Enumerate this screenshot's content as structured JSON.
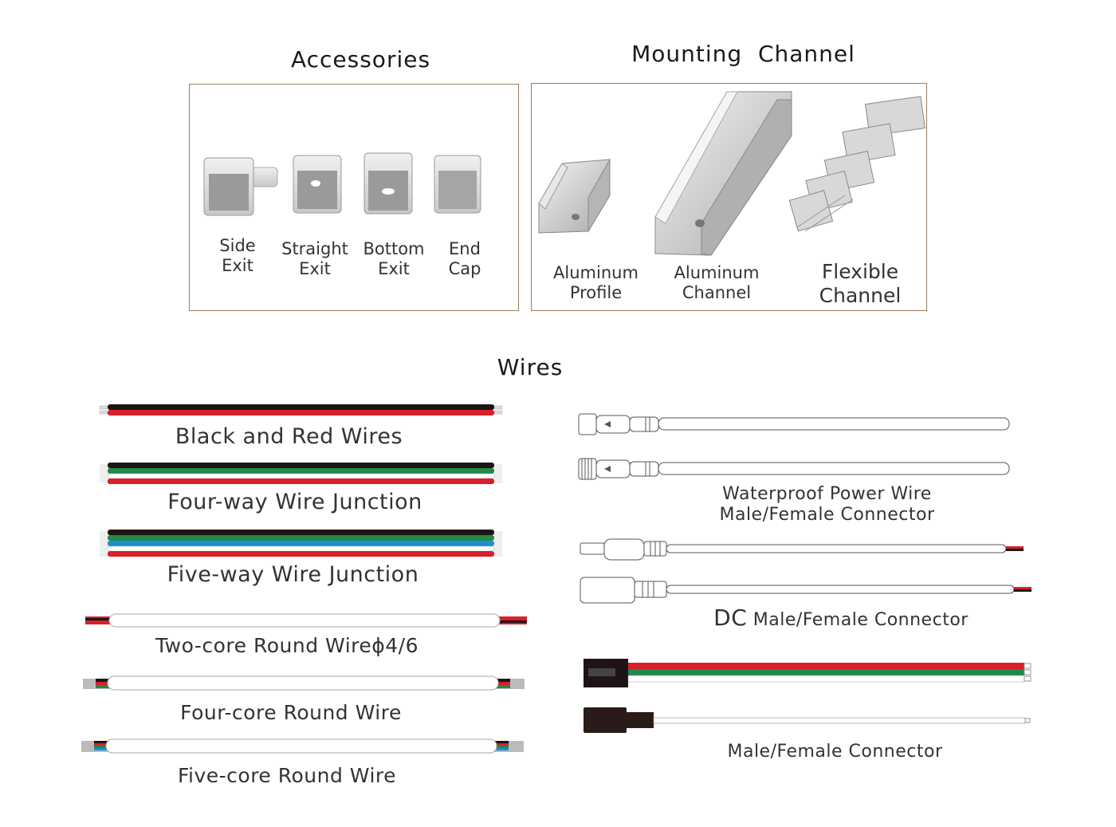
{
  "accessories": {
    "title": "Accessories",
    "items": [
      {
        "line1": "Side",
        "line2": "Exit"
      },
      {
        "line1": "Straight",
        "line2": "Exit"
      },
      {
        "line1": "Bottom",
        "line2": "Exit"
      },
      {
        "line1": "End",
        "line2": "Cap"
      }
    ]
  },
  "mounting": {
    "title": "Mounting  Channel",
    "items": [
      {
        "line1": "Aluminum",
        "line2": "Profile"
      },
      {
        "line1": "Aluminum",
        "line2": "Channel"
      },
      {
        "line1": "Flexible",
        "line2": "Channel"
      }
    ]
  },
  "wires": {
    "title": "Wires",
    "left": [
      {
        "label": "Black and Red Wires"
      },
      {
        "label": "Four-way Wire Junction"
      },
      {
        "label": "Five-way Wire Junction"
      },
      {
        "label": "Two-core Round Wireϕ4/6"
      },
      {
        "label": "Four-core Round Wire"
      },
      {
        "label": "Five-core Round Wire"
      }
    ],
    "right": {
      "waterproof_line1": "Waterproof Power Wire",
      "waterproof_line2": "Male/Female Connector",
      "dc_prefix": "DC",
      "dc_suffix": " Male/Female Connector",
      "connector": "Male/Female Connector"
    }
  },
  "colors": {
    "frame": "#9b7d5a",
    "black": "#1e1416",
    "red": "#d8202a",
    "green": "#1f8a4a",
    "blue": "#1f8fd0"
  }
}
